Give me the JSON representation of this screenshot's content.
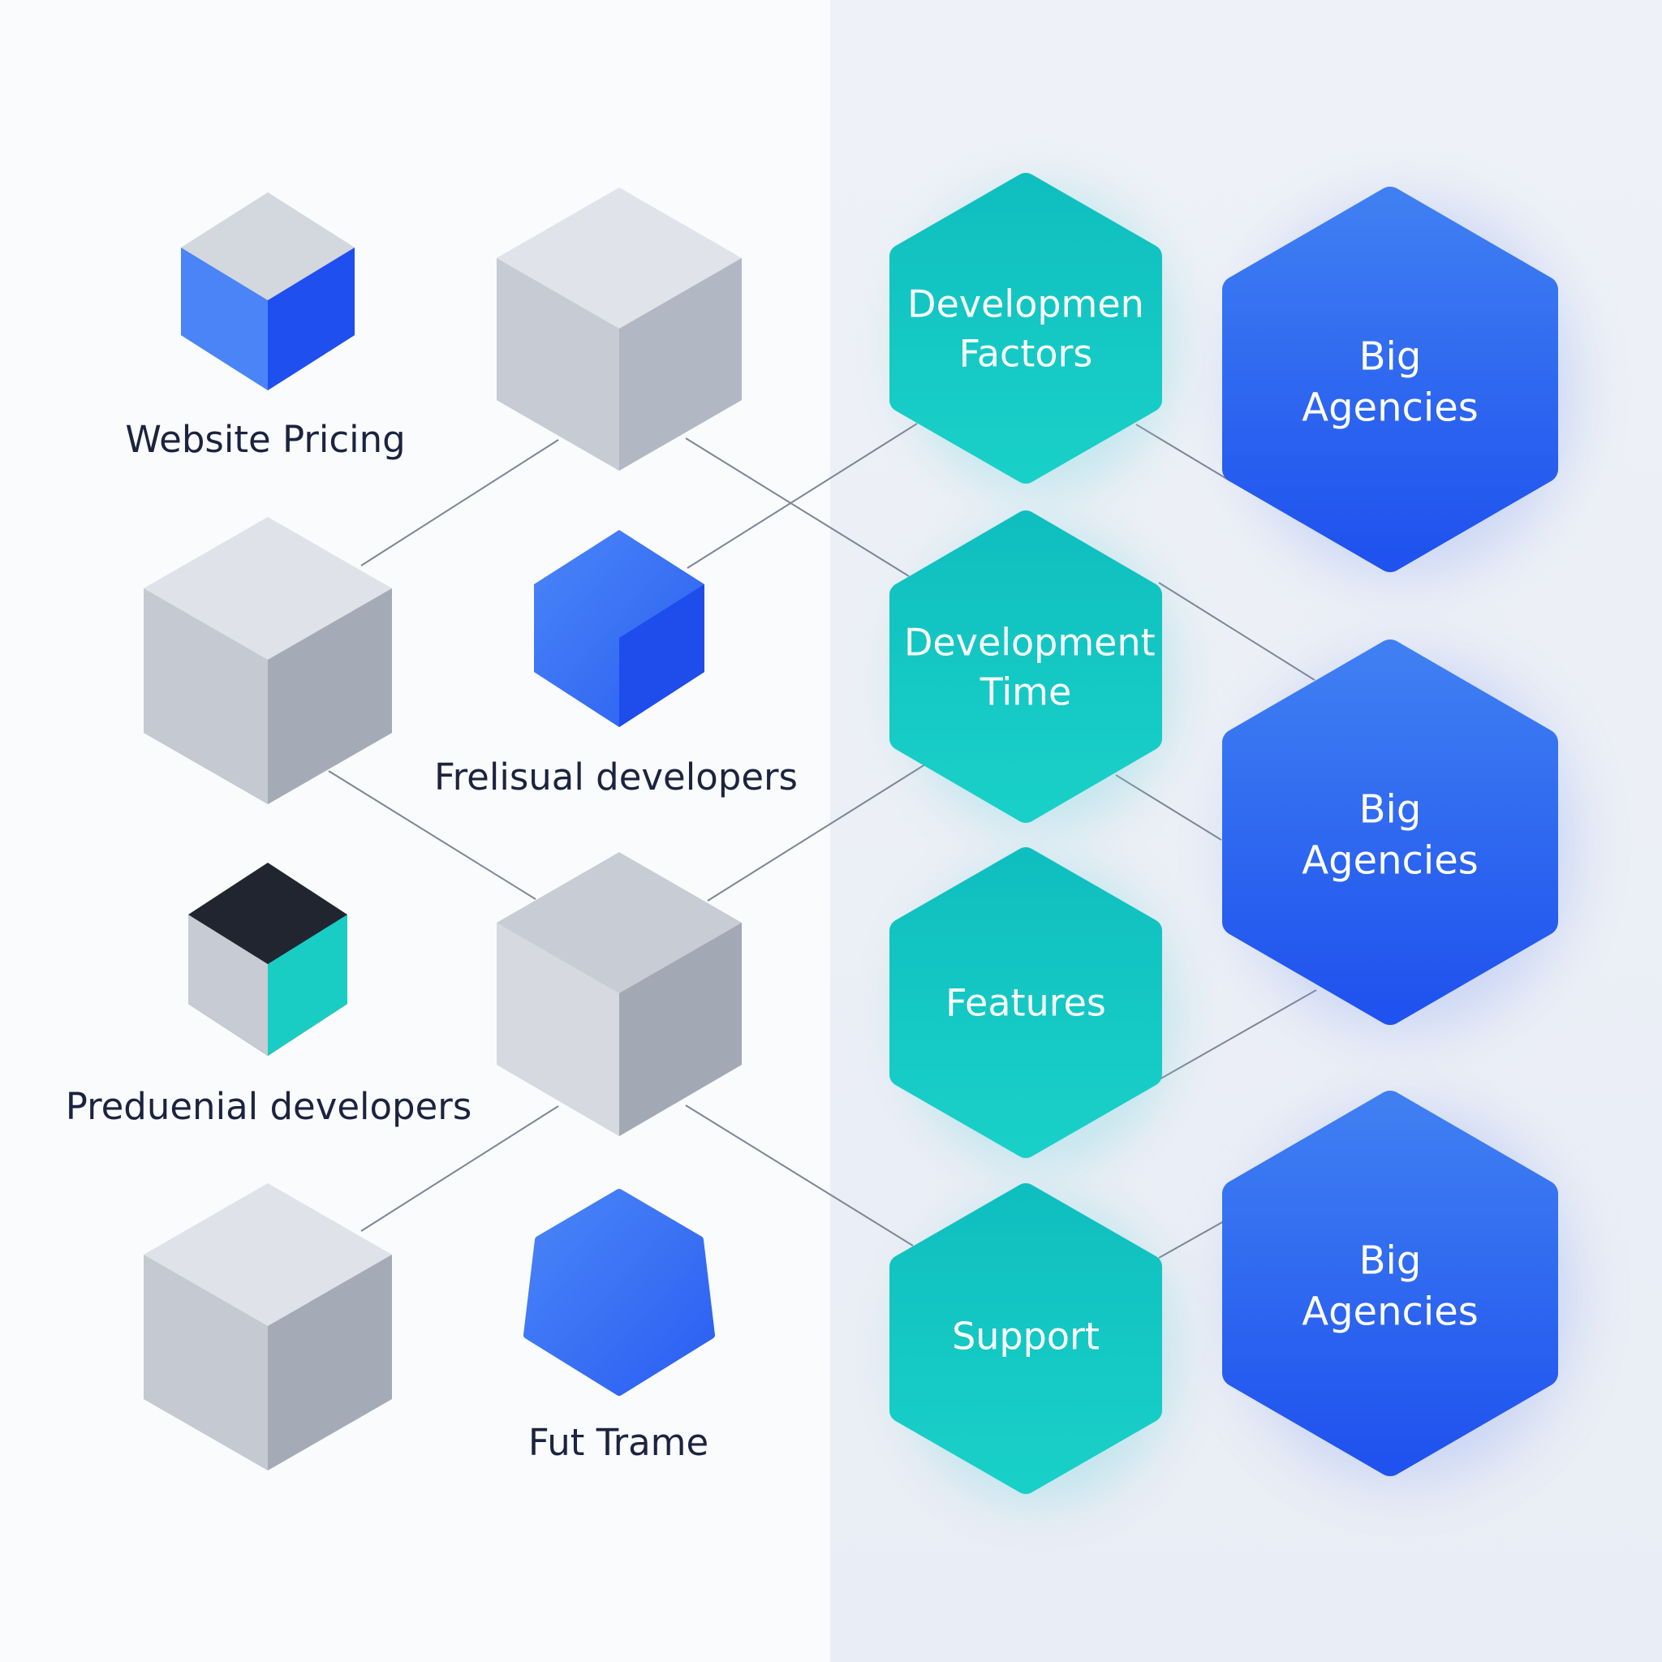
{
  "colors": {
    "teal": "#14c6c4",
    "blue": "#2a62f0",
    "cube_gray_top": "#dfe2e8",
    "cube_gray_left": "#c6cad3",
    "cube_gray_right": "#a4aab6",
    "cube_blue": "#3573f5",
    "cube_dark_top": "#1f2430",
    "connector": "#7e8594"
  },
  "cube_labels": {
    "website_pricing": "Website Pricing",
    "frelisual": "Frelisual developers",
    "preduenial": "Preduenial developers",
    "fut_trame": "Fut Trame"
  },
  "hexagons": {
    "development_factors": [
      "Developmen",
      "Factors"
    ],
    "development_time": [
      "Development",
      "Time"
    ],
    "features": [
      "Features"
    ],
    "support": [
      "Support"
    ],
    "big_agencies_1": [
      "Big",
      "Agencies"
    ],
    "big_agencies_2": [
      "Big",
      "Agencies"
    ],
    "big_agencies_3": [
      "Big",
      "Agencies"
    ]
  }
}
